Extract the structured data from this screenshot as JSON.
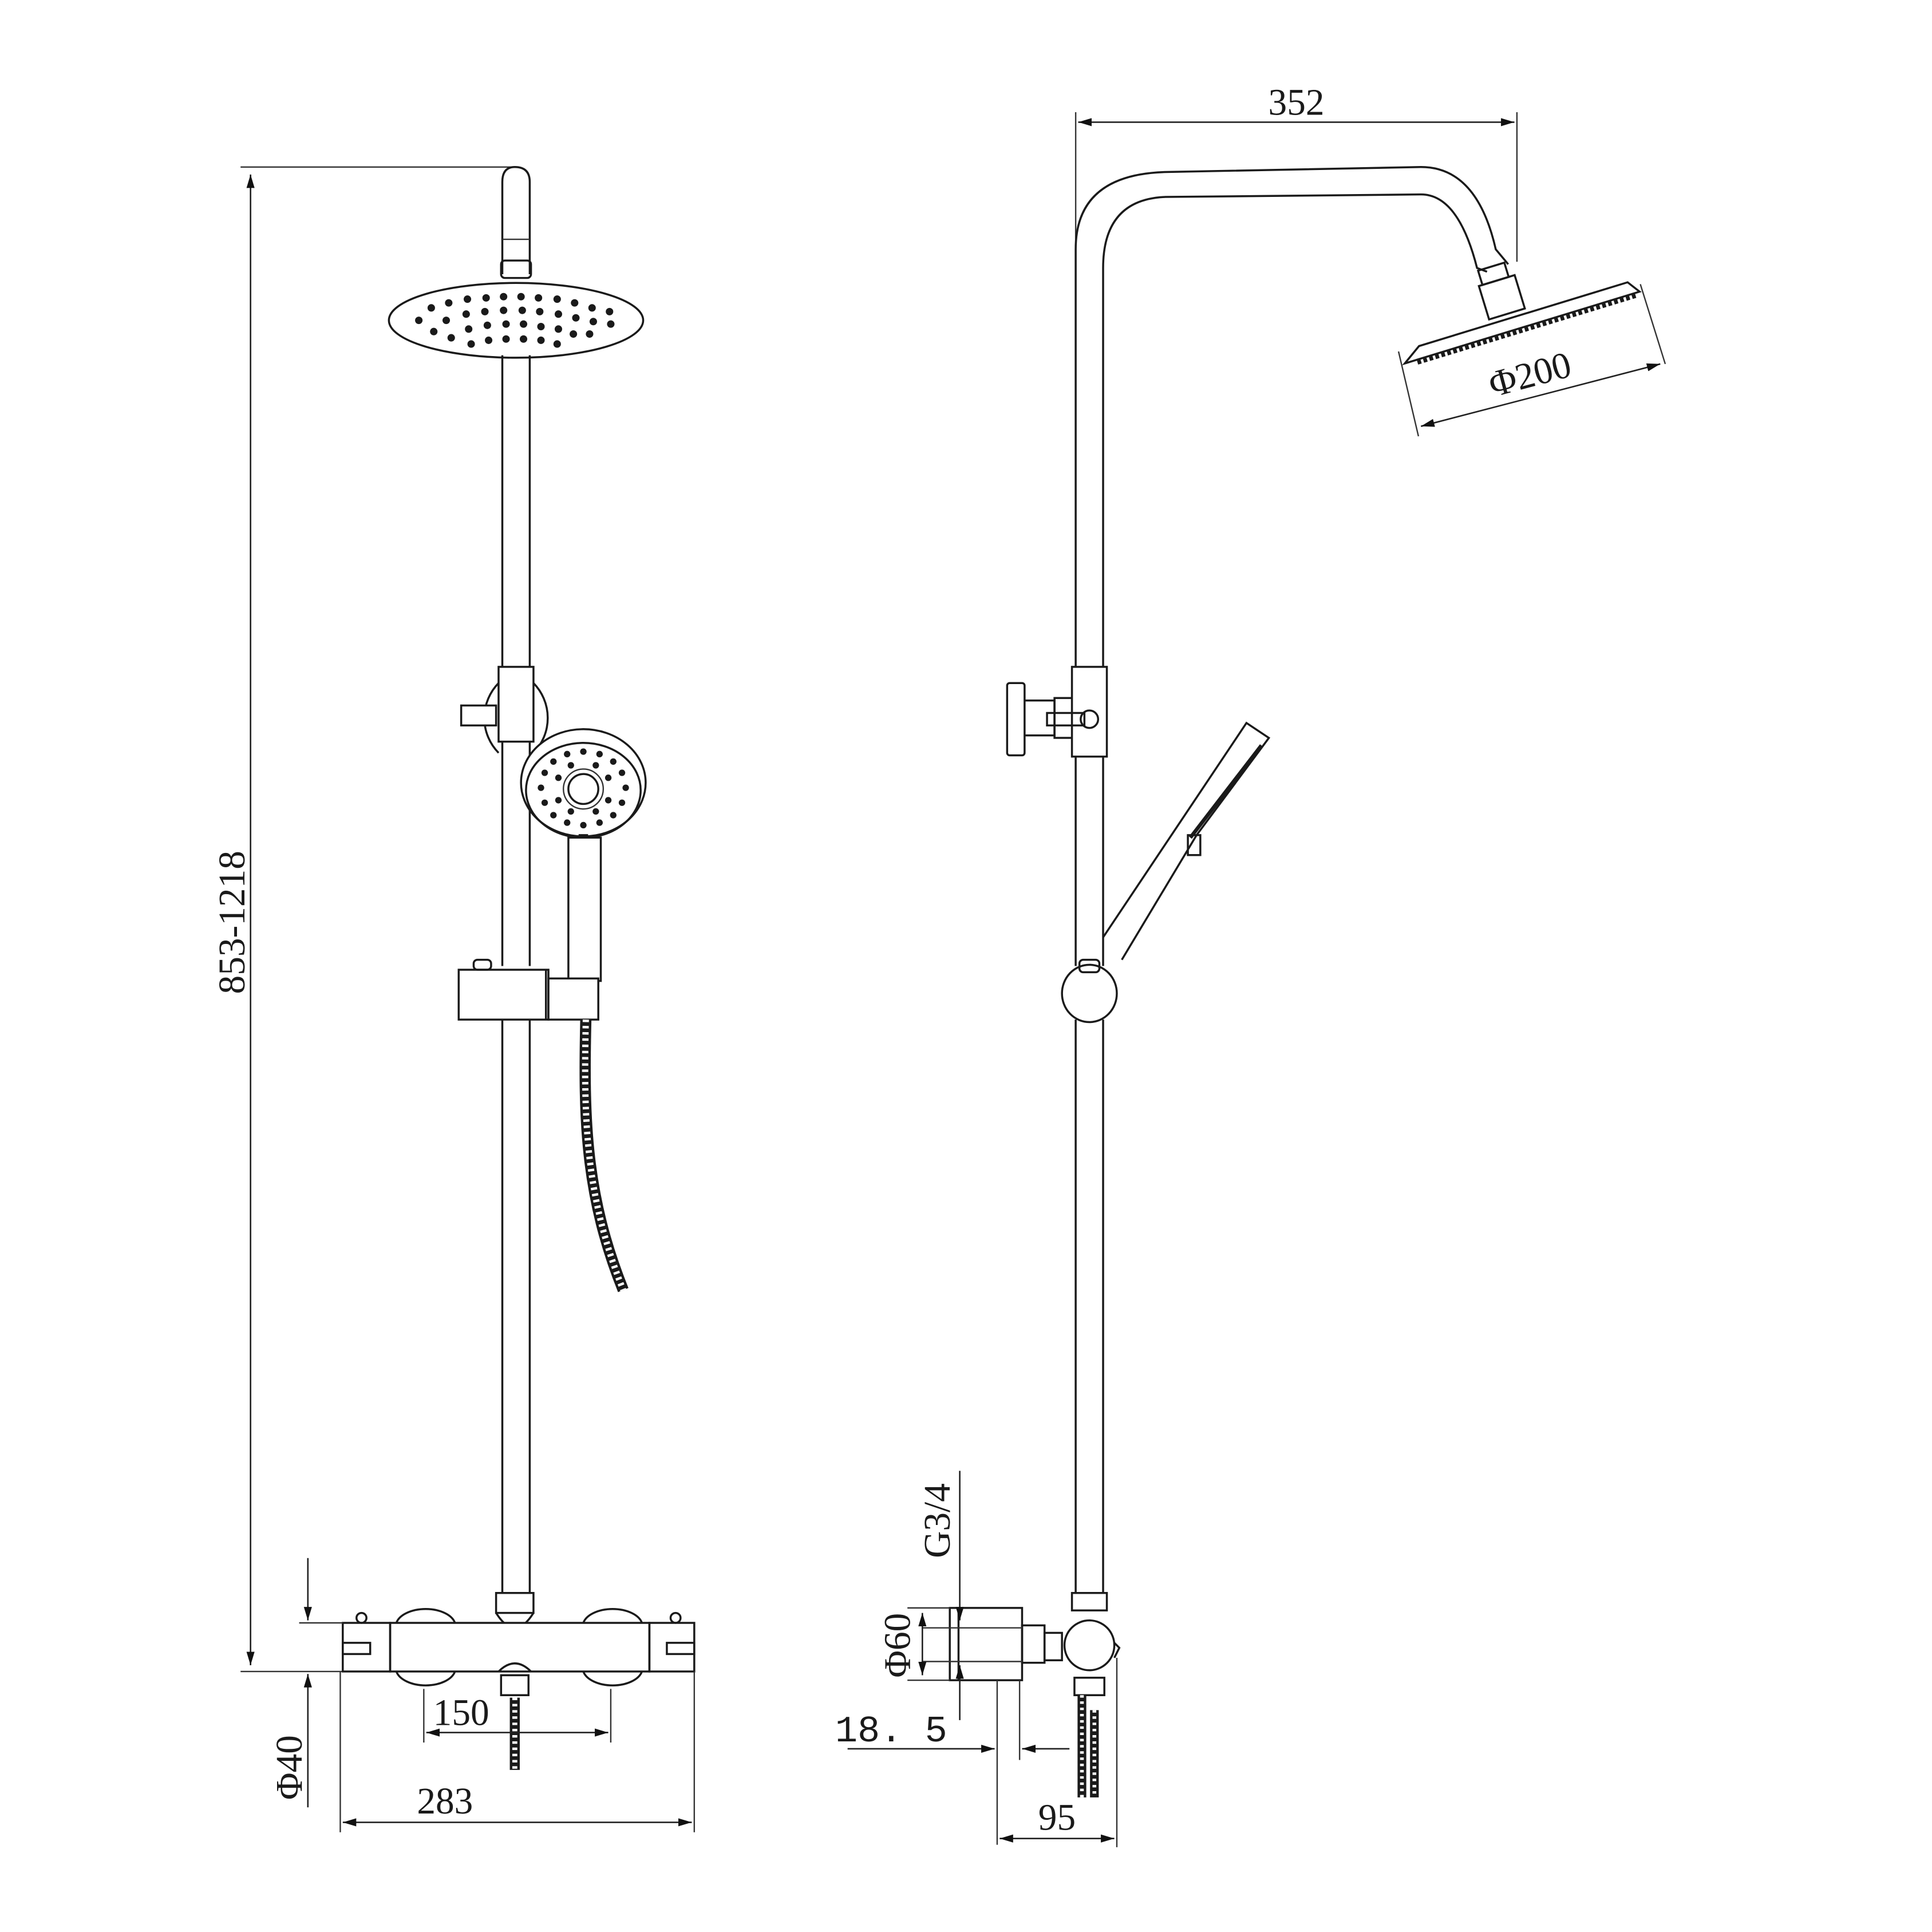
{
  "drawing": {
    "title": "Thermostatic shower column - technical drawing",
    "views": [
      "front-view",
      "side-view"
    ],
    "units": "mm",
    "line_color": "#1a1a1a",
    "background": "#ffffff"
  },
  "front_view": {
    "dimensions": {
      "overall_height": "853-1218",
      "pipe_diameter": "Φ40",
      "inlet_centres": "150",
      "valve_width": "283"
    }
  },
  "side_view": {
    "dimensions": {
      "arm_projection": "352",
      "head_diameter": "Φ200",
      "thread": "G3/4",
      "escutcheon_diameter": "Φ60",
      "offset": "18. 5",
      "wall_depth": "95"
    }
  }
}
